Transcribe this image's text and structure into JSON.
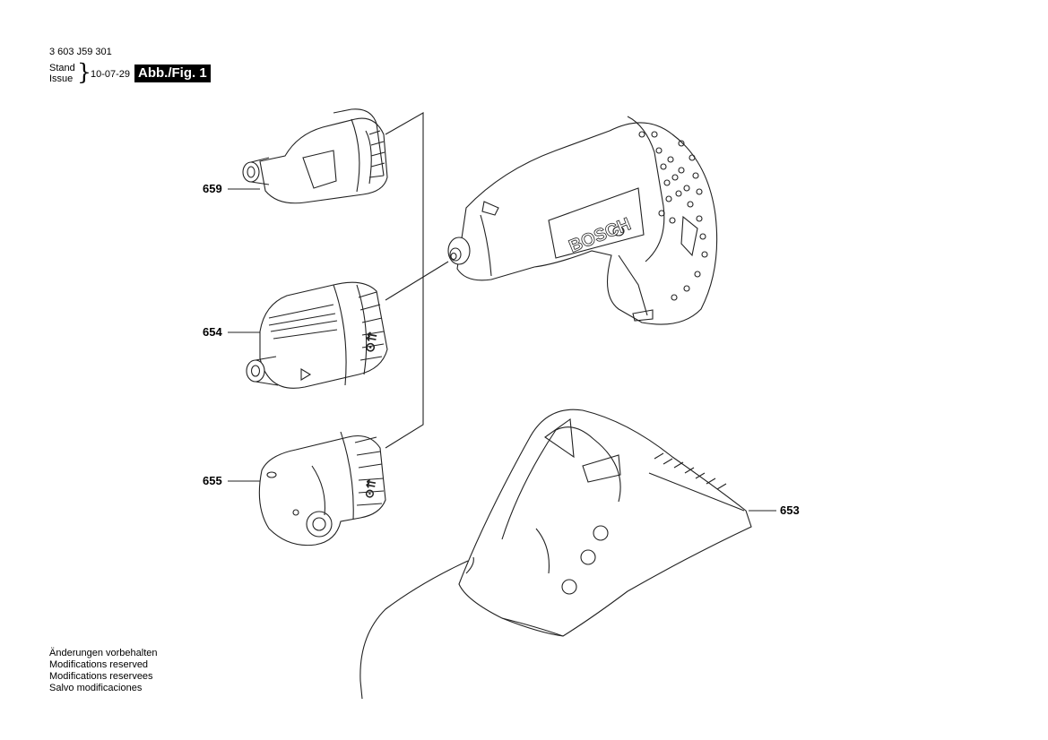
{
  "header": {
    "doc_number": "3 603 J59 301",
    "stand_label": "Stand",
    "issue_label": "Issue",
    "brace": "}",
    "date": "10-07-29",
    "figure_label": "Abb./Fig. 1"
  },
  "parts": {
    "p659": "659",
    "p654": "654",
    "p655": "655",
    "p653": "653"
  },
  "tool_brand": "BOSCH",
  "notes": [
    "Änderungen vorbehalten",
    "Modifications reserved",
    "Modifications reservees",
    "Salvo modificaciones"
  ]
}
